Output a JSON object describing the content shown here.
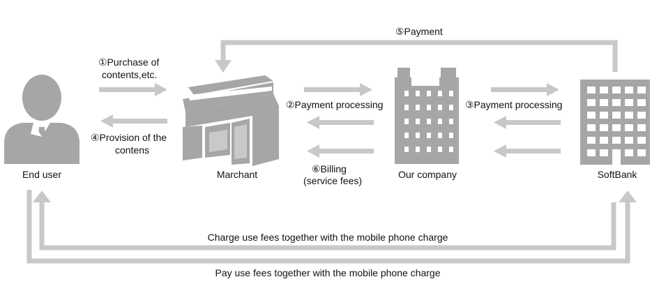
{
  "colors": {
    "arrow": "#c8c8c8",
    "icon": "#a6a6a6",
    "icon_dark": "#999999",
    "text": "#111111",
    "background": "#ffffff"
  },
  "nodes": {
    "end_user": {
      "label": "End user",
      "icon": "person-icon"
    },
    "merchant": {
      "label": "Marchant",
      "icon": "store-icon"
    },
    "our_company": {
      "label": "Our company",
      "icon": "office-building-icon"
    },
    "softbank": {
      "label": "SoftBank",
      "icon": "office-tower-icon"
    }
  },
  "flows": {
    "purchase": {
      "line1": "①Purchase of",
      "line2": "contents,etc."
    },
    "provision": {
      "line1": "④Provision of the",
      "line2": "contens"
    },
    "payment_processing_merchant": {
      "label": "②Payment processing"
    },
    "billing": {
      "line1": "⑥Billing",
      "line2": "(service fees)"
    },
    "payment_processing_softbank": {
      "label": "③Payment processing"
    },
    "payment": {
      "label": "⑤Payment"
    },
    "charge": {
      "label": "Charge use fees together with the mobile phone charge"
    },
    "pay": {
      "label": "Pay use fees together with the mobile phone charge"
    }
  }
}
